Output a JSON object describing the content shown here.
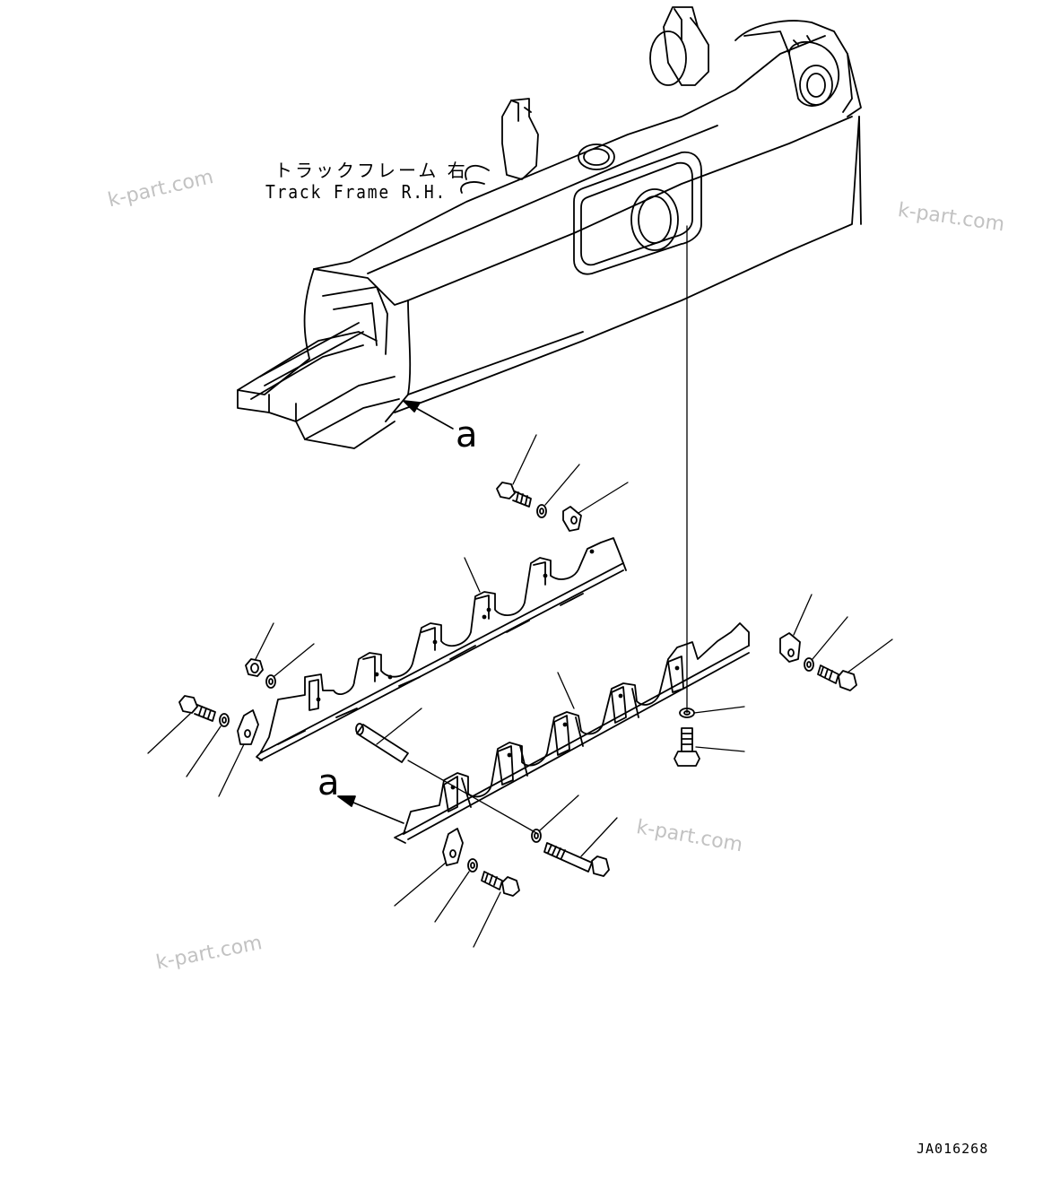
{
  "frame_label": {
    "japanese": "トラックフレーム 右",
    "english": "Track Frame R.H."
  },
  "view_callouts": [
    "a",
    "a"
  ],
  "drawing_code": "JA016268",
  "watermarks": [
    "k-part.com",
    "k-part.com",
    "k-part.com",
    "k-part.com"
  ],
  "colors": {
    "line": "#000000",
    "watermark": "#c2c2c2",
    "background": "#ffffff"
  }
}
